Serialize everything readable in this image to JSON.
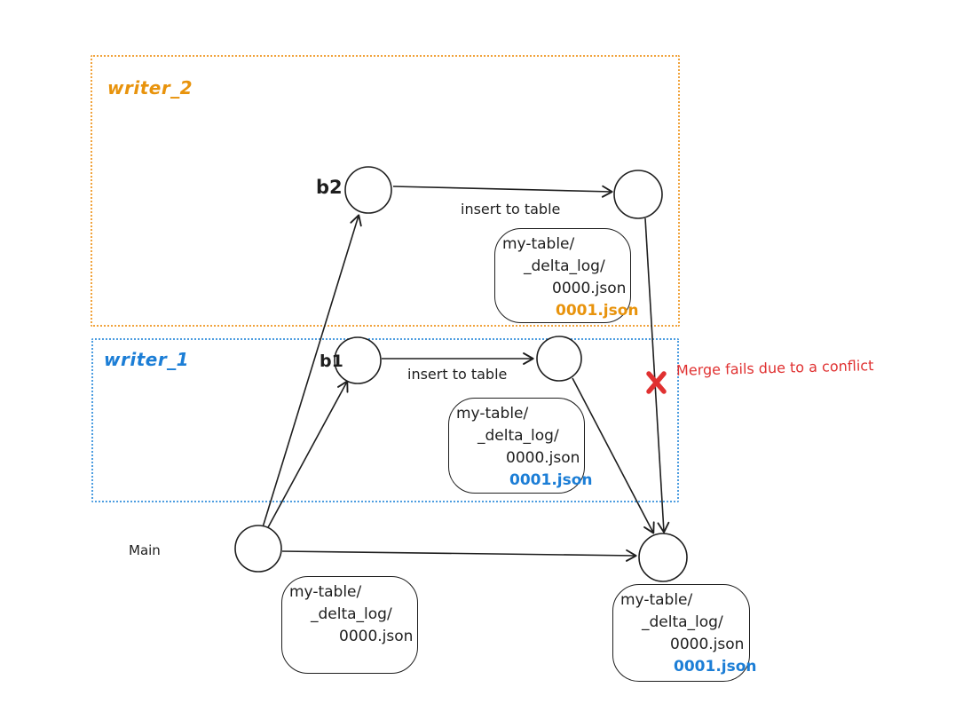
{
  "regions": {
    "writer2": {
      "label": "writer_2",
      "accent_color": "#e8930c"
    },
    "writer1": {
      "label": "writer_1",
      "accent_color": "#1c7ed6"
    }
  },
  "nodes": {
    "main_label": "Main",
    "b1_label": "b1",
    "b2_label": "b2"
  },
  "edges": {
    "insert_to_table_writer2": "insert to table",
    "insert_to_table_writer1": "insert to table"
  },
  "annotations": {
    "merge_fails": "Merge fails due to a conflict",
    "error_color": "#e03131"
  },
  "boxes": {
    "writer2": {
      "line1": "my-table/",
      "line2": "_delta_log/",
      "line3": "0000.json",
      "line4": "0001.json",
      "line4_color": "#e8930c"
    },
    "writer1": {
      "line1": "my-table/",
      "line2": "_delta_log/",
      "line3": "0000.json",
      "line4": "0001.json",
      "line4_color": "#1c7ed6"
    },
    "main_before": {
      "line1": "my-table/",
      "line2": "_delta_log/",
      "line3": "0000.json"
    },
    "main_after": {
      "line1": "my-table/",
      "line2": "_delta_log/",
      "line3": "0000.json",
      "line4": "0001.json",
      "line4_color": "#1c7ed6"
    }
  },
  "colors": {
    "ink": "#1e1e1e",
    "background": "#ffffff"
  }
}
